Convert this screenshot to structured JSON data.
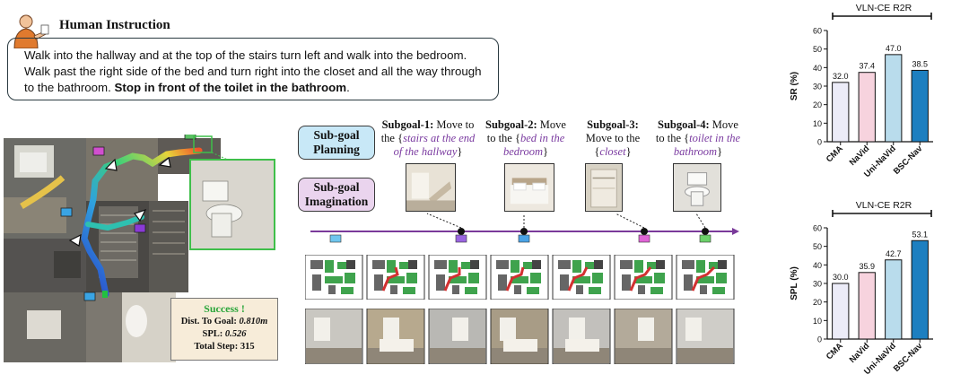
{
  "instruction": {
    "title": "Human Instruction",
    "text_main": "Walk into the hallway and at the top of the stairs turn left and walk into the bedroom.  Walk past the right side of the bed and turn right into the closet and all the way through to the bathroom. ",
    "text_bold": "Stop in front of the toilet in the bathroom",
    "text_end": "."
  },
  "result_box": {
    "title": "Success !",
    "dist_label": "Dist. To Goal:",
    "dist_value": "0.810m",
    "spl_label": "SPL:",
    "spl_value": "0.526",
    "steps_label": "Total Step:",
    "steps_value": "315"
  },
  "planning": {
    "planning_label": "Sub-goal Planning",
    "imagination_label": "Sub-goal Imagination"
  },
  "subgoals": [
    {
      "title": "Subgoal-1:",
      "text": "Move to the {",
      "italic": "stairs at the end of the hallway",
      "close": "}"
    },
    {
      "title": "Subgoal-2:",
      "text": "Move to the {",
      "italic": "bed in the bedroom",
      "close": "}"
    },
    {
      "title": "Subgoal-3:",
      "text": "Move to the {",
      "italic": "closet",
      "close": "}"
    },
    {
      "title": "Subgoal-4:",
      "text": "Move to the {",
      "italic": "toilet in the bathroom",
      "close": "}"
    }
  ],
  "chart_data": [
    {
      "type": "bar",
      "title": "VLN-CE R2R",
      "ylabel": "SR (%)",
      "categories": [
        "CMA",
        "NaVid",
        "Uni-NaVid",
        "BSC-Nav"
      ],
      "values": [
        32.0,
        37.4,
        47.0,
        38.5
      ],
      "value_labels": [
        "32.0",
        "37.4",
        "47.0",
        "38.5"
      ],
      "colors": [
        "#ececf8",
        "#f7d3de",
        "#b9dcec",
        "#1d7fc0"
      ],
      "ylim": [
        0,
        60
      ],
      "yticks": [
        "0",
        "10",
        "20",
        "30",
        "40",
        "50",
        "60"
      ]
    },
    {
      "type": "bar",
      "title": "VLN-CE R2R",
      "ylabel": "SPL (%)",
      "categories": [
        "CMA",
        "NaVid",
        "Uni-NaVid",
        "BSC-Nav"
      ],
      "values": [
        30.0,
        35.9,
        42.7,
        53.1
      ],
      "value_labels": [
        "30.0",
        "35.9",
        "42.7",
        "53.1"
      ],
      "colors": [
        "#ececf8",
        "#f7d3de",
        "#b9dcec",
        "#1d7fc0"
      ],
      "ylim": [
        0,
        60
      ],
      "yticks": [
        "0",
        "10",
        "20",
        "30",
        "40",
        "50",
        "60"
      ]
    }
  ]
}
